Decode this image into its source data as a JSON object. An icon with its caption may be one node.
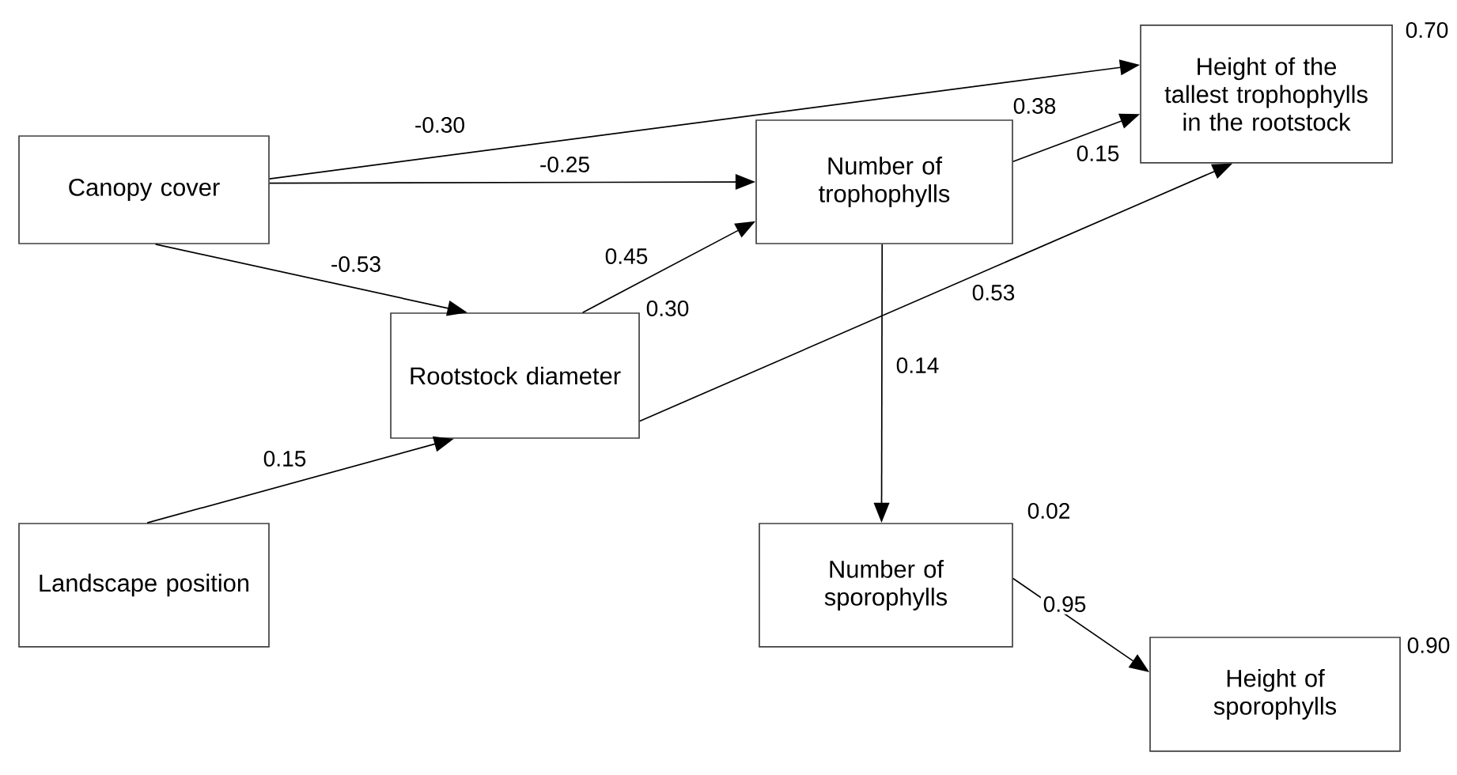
{
  "diagram": {
    "nodes": [
      {
        "text": [
          "Canopy cover"
        ]
      },
      {
        "text": [
          "Landscape position"
        ]
      },
      {
        "text": [
          "Rootstock diameter"
        ],
        "beside": [
          "0.30"
        ]
      },
      {
        "text": [
          "Number of trophophylls"
        ],
        "beside": [
          "0.38"
        ]
      },
      {
        "text": [
          "Height of the tallest trophophylls in the rootstock"
        ],
        "beside": [
          "0.70"
        ]
      },
      {
        "text": [
          "Number of sporophylls"
        ],
        "beside": [
          "0.02"
        ]
      },
      {
        "text": [
          "Height of sporophylls"
        ],
        "beside": [
          "0.90"
        ]
      }
    ],
    "edges": [
      {
        "from": 0,
        "to": 4,
        "arrow": "to",
        "label": "-0.30"
      },
      {
        "from": 0,
        "to": 3,
        "arrow": "to",
        "label": "-0.25"
      },
      {
        "from": 0,
        "to": 2,
        "arrow": "to",
        "label": "-0.53"
      },
      {
        "from": 2,
        "to": 3,
        "arrow": "to",
        "label": "0.45"
      },
      {
        "from": 3,
        "to": 4,
        "arrow": "to",
        "label": "0.15"
      },
      {
        "from": 2,
        "to": 4,
        "arrow": "to",
        "label": "0.53"
      },
      {
        "from": 1,
        "to": 2,
        "arrow": "to",
        "label": "0.15"
      },
      {
        "from": 3,
        "to": 5,
        "arrow": "to",
        "label": "0.14"
      },
      {
        "from": 5,
        "to": 6,
        "arrow": "to",
        "label": "0.95"
      }
    ]
  }
}
